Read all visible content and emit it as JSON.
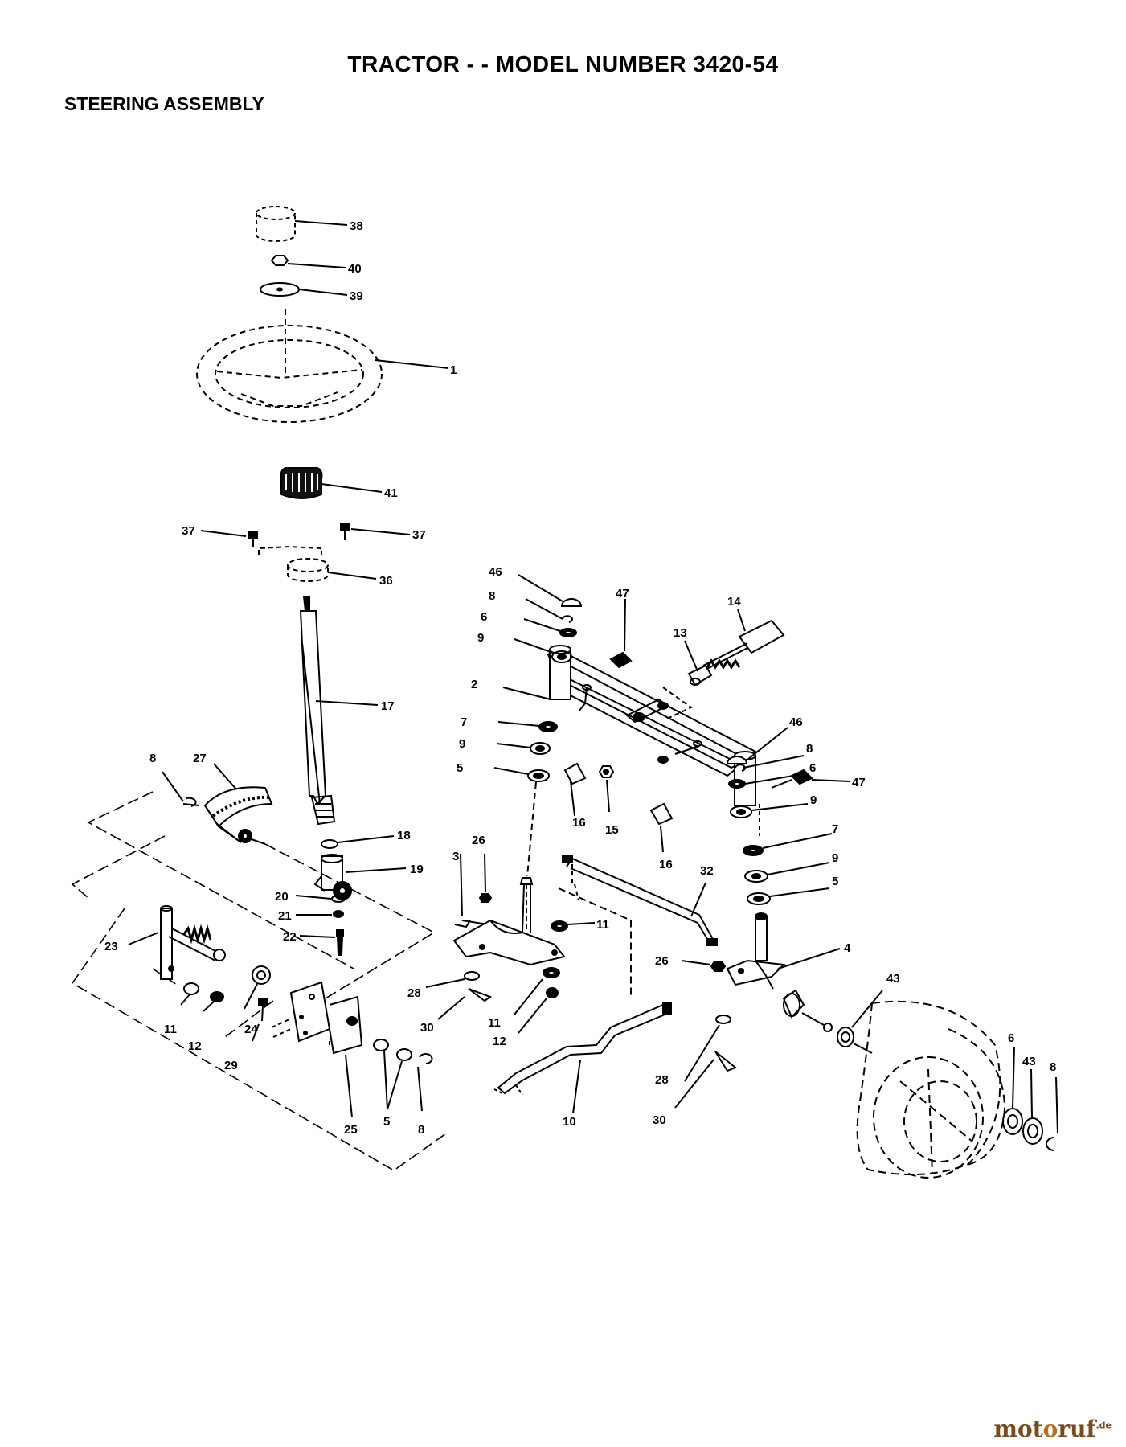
{
  "header": {
    "title": "TRACTOR - - MODEL NUMBER 3420-54",
    "subtitle": "STEERING ASSEMBLY"
  },
  "callouts": {
    "c38": "38",
    "c40": "40",
    "c39": "39",
    "c1": "1",
    "c41": "41",
    "c37a": "37",
    "c37b": "37",
    "c36": "36",
    "c17": "17",
    "c46a": "46",
    "c8a": "8",
    "c6a": "6",
    "c9a": "9",
    "c47a": "47",
    "c14": "14",
    "c13": "13",
    "c2": "2",
    "c7a": "7",
    "c9b": "9",
    "c5a": "5",
    "c16a": "16",
    "c15": "15",
    "c16b": "16",
    "c46b": "46",
    "c8b": "8",
    "c6b": "6",
    "c9c": "9",
    "c47b": "47",
    "c7b": "7",
    "c9d": "9",
    "c5b": "5",
    "c8c": "8",
    "c27": "27",
    "c18": "18",
    "c19": "19",
    "c20": "20",
    "c21": "21",
    "c22": "22",
    "c3": "3",
    "c26a": "26",
    "c11a": "11",
    "c32": "32",
    "c4": "4",
    "c26b": "26",
    "c23": "23",
    "c11b": "11",
    "c12a": "12",
    "c24": "24",
    "c29": "29",
    "c25": "25",
    "c5c": "5",
    "c8d": "8",
    "c28a": "28",
    "c30a": "30",
    "c11c": "11",
    "c12b": "12",
    "c10": "10",
    "c28b": "28",
    "c30b": "30",
    "c43a": "43",
    "c6c": "6",
    "c43b": "43",
    "c8e": "8"
  },
  "watermark": {
    "brand_part1": "mot",
    "brand_part2": "o",
    "brand_part3": "ruf",
    "suffix": ".de"
  }
}
